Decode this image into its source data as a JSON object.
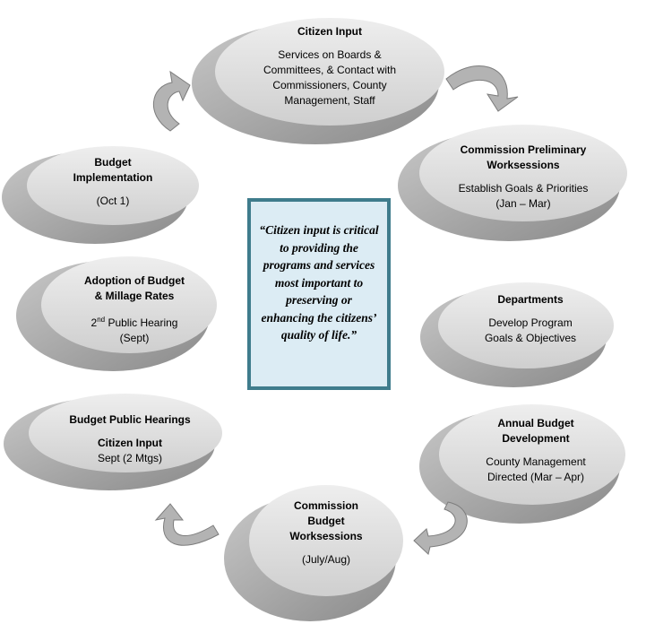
{
  "colors": {
    "ellipse_top": "#e0e0e0",
    "ellipse_side": "#9a9a9a",
    "arrow": "#b3b3b3",
    "box_border": "#3f7c8c",
    "box_fill": "#dcecf4"
  },
  "nodes": {
    "citizen_input": {
      "title": "Citizen Input",
      "lines": [
        "Services on Boards &",
        "Committees, & Contact with",
        "Commissioners, County",
        "Management, Staff"
      ]
    },
    "commission_preliminary": {
      "title_lines": [
        "Commission Preliminary",
        "Worksessions"
      ],
      "lines": [
        "Establish Goals & Priorities",
        "(Jan – Mar)"
      ]
    },
    "departments": {
      "title": "Departments",
      "lines": [
        "Develop Program",
        "Goals & Objectives"
      ]
    },
    "annual_budget": {
      "title_lines": [
        "Annual Budget",
        "Development"
      ],
      "lines": [
        "County Management",
        "Directed (Mar – Apr)"
      ]
    },
    "commission_budget": {
      "title_lines": [
        "Commission",
        "Budget",
        "Worksessions"
      ],
      "lines": [
        "(July/Aug)"
      ]
    },
    "public_hearings": {
      "title": "Budget Public Hearings",
      "sub_title": "Citizen Input",
      "lines": [
        "Sept (2 Mtgs)"
      ]
    },
    "adoption": {
      "title_lines": [
        "Adoption of Budget",
        "& Millage Rates"
      ],
      "ordinal": "2",
      "ordinal_suffix": "nd",
      "hearing": " Public Hearing",
      "lines": [
        "(Sept)"
      ]
    },
    "implementation": {
      "title_lines": [
        "Budget",
        "Implementation"
      ],
      "lines": [
        "(Oct 1)"
      ]
    }
  },
  "quote": {
    "lines": [
      "“Citizen input is critical",
      "to providing the",
      "programs and services",
      "most important to",
      "preserving or",
      "enhancing the citizens’",
      "quality of life.”"
    ]
  },
  "arrow_icon": "curved-arrow"
}
